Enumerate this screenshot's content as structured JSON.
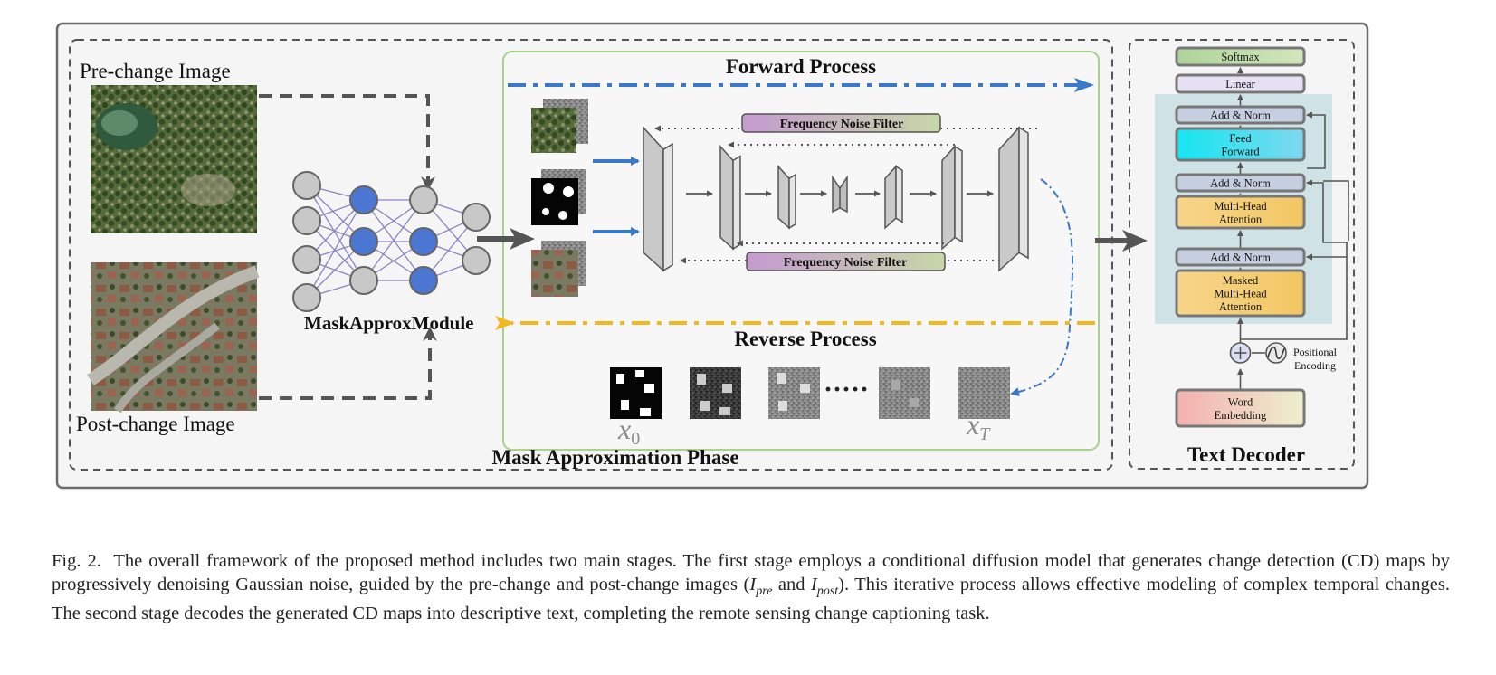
{
  "figure": {
    "pre_label": "Pre-change Image",
    "post_label": "Post-change Image",
    "mask_module_label": "MaskApproxModule",
    "forward_label": "Forward Process",
    "reverse_label": "Reverse Process",
    "filter_label": "Frequency Noise Filter",
    "phase_label": "Mask Approximation Phase",
    "x0_label": "x",
    "x0_sub": "0",
    "xt_label": "x",
    "xt_sub": "T",
    "ellipsis": "·····",
    "decoder_title": "Text Decoder",
    "decoder": {
      "softmax": "Softmax",
      "linear": "Linear",
      "add_norm": "Add & Norm",
      "feed_line1": "Feed",
      "feed_line2": "Forward",
      "mha_line1": "Multi-Head",
      "mha_line2": "Attention",
      "masked_line1": "Masked",
      "masked_line2": "Multi-Head",
      "masked_line3": "Attention",
      "pos_line1": "Positional",
      "pos_line2": "Encoding",
      "word_line1": "Word",
      "word_line2": "Embedding"
    },
    "colors": {
      "forward_arrow": "#3a78c9",
      "reverse_arrow": "#f2b824",
      "green_panel": "#a8d38c",
      "decoder_bg": "#cfe3e6",
      "feed_forward": "#19e0ef",
      "attention": "#f5cf7c",
      "softmax": "#b9d99d",
      "linear": "#e6e0f3",
      "embedding": "#f3b8b6",
      "node_blue": "#4b76d1",
      "node_grey": "#c8c8c8"
    }
  },
  "caption": {
    "prefix": "Fig. 2.",
    "text_a": "The overall framework of the proposed method includes two main stages. The first stage employs a conditional diffusion model that generates change detection (CD) maps by progressively denoising Gaussian noise, guided by the pre-change and post-change images (",
    "i_pre": "I",
    "i_pre_sub": "pre",
    "and_word": " and ",
    "i_post": "I",
    "i_post_sub": "post",
    "text_b": "). This iterative process allows effective modeling of complex temporal changes. The second stage decodes the generated CD maps into descriptive text, completing the remote sensing change captioning task."
  }
}
